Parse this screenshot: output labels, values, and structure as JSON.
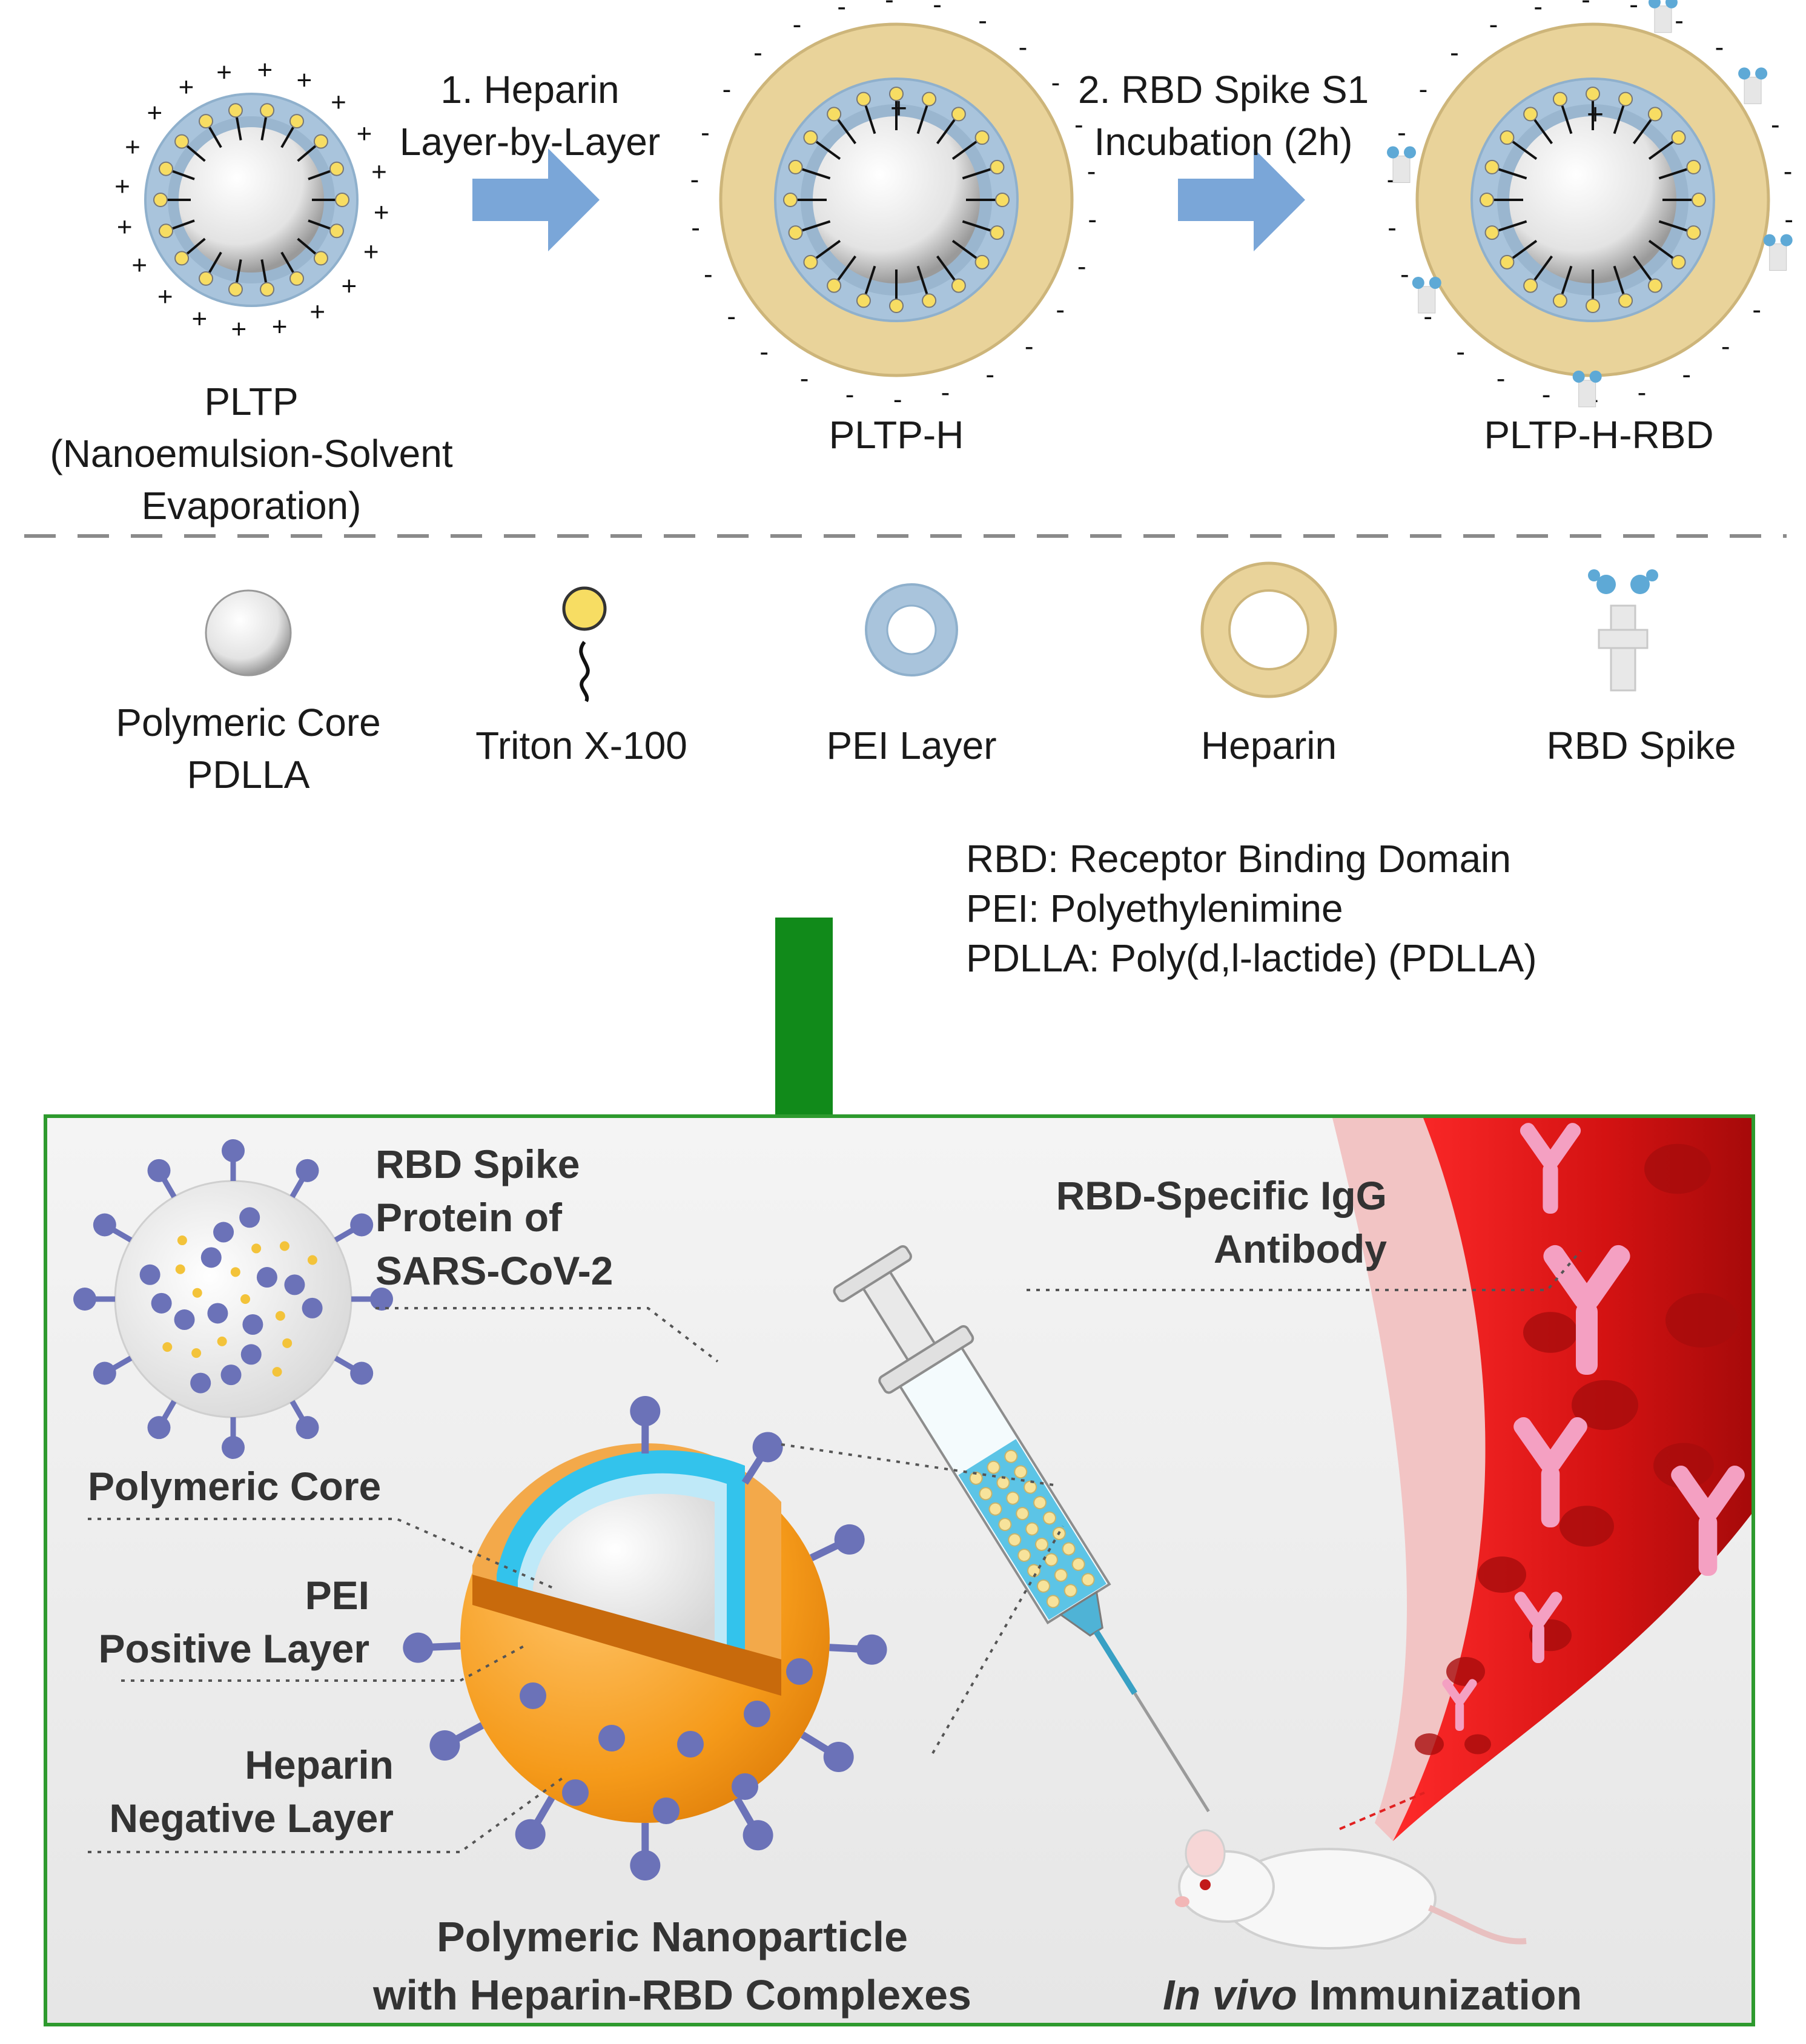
{
  "top_scheme": {
    "particles": [
      {
        "label_line1": "PLTP",
        "label_line2": "(Nanoemulsion-Solvent",
        "label_line3": "Evaporation)"
      },
      {
        "label": "PLTP-H"
      },
      {
        "label": "PLTP-H-RBD"
      }
    ],
    "steps": [
      {
        "line1": "1. Heparin",
        "line2": "Layer-by-Layer"
      },
      {
        "line1": "2. RBD Spike S1",
        "line2": "Incubation (2h)"
      }
    ],
    "charge_positive": "+",
    "charge_negative": "-"
  },
  "legend": {
    "items": [
      {
        "line1": "Polymeric Core",
        "line2": "PDLLA"
      },
      {
        "line1": "Triton X-100"
      },
      {
        "line1": "PEI Layer"
      },
      {
        "line1": "Heparin"
      },
      {
        "line1": "RBD Spike"
      }
    ],
    "abbreviations": [
      "RBD: Receptor Binding Domain",
      "PEI: Polyethylenimine",
      "PDLLA: Poly(d,l-lactide) (PDLLA)"
    ]
  },
  "bottom_panel": {
    "labels": {
      "rbd_spike": [
        "RBD Spike",
        "Protein of",
        "SARS-CoV-2"
      ],
      "igg": [
        "RBD-Specific IgG",
        "Antibody"
      ],
      "core": [
        "Polymeric Core"
      ],
      "pei": [
        "PEI",
        "Positive Layer"
      ],
      "heparin": [
        "Heparin",
        "Negative Layer"
      ]
    },
    "nanoparticle_title": [
      "Polymeric Nanoparticle",
      "with Heparin-RBD Complexes"
    ],
    "immunization_italic": "In vivo",
    "immunization_rest": " Immunization"
  },
  "colors": {
    "arrow_blue": "#7aa6d8",
    "arrow_green": "#118a1a",
    "core_gray": "#d8d8d8",
    "pei_blue": "#a9c4dc",
    "heparin_yellow": "#e9d39a",
    "surfactant_yellow": "#f7dd63",
    "panel_border": "#2e9a2e",
    "blood_red": "#d11818",
    "nanoparticle_orange": "#f59a1a",
    "spike_purple": "#6b72b8"
  }
}
